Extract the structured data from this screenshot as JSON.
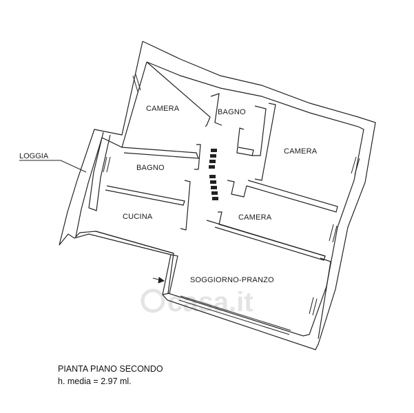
{
  "plan": {
    "rooms": {
      "camera_1": "CAMERA",
      "bagno_1": "BAGNO",
      "camera_2": "CAMERA",
      "bagno_2": "BAGNO",
      "cucina": "CUCINA",
      "camera_3": "CAMERA",
      "soggiorno": "SOGGIORNO-PRANZO"
    },
    "loggia_label": "LOGGIA",
    "watermark": "casa.it"
  },
  "caption": {
    "title": "PIANTA PIANO SECONDO",
    "height": "h. media = 2.97 ml."
  },
  "colors": {
    "wall": "#222222",
    "background": "#ffffff",
    "watermark": "#e4e4e4"
  }
}
